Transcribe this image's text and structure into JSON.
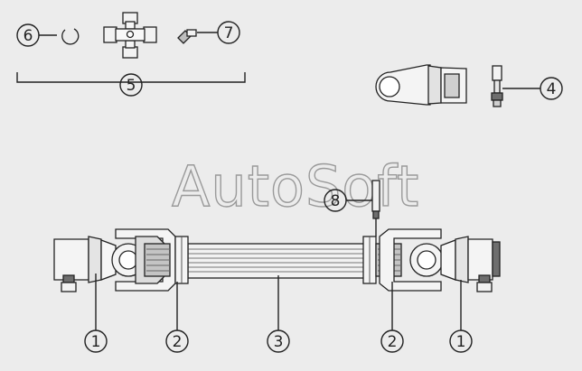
{
  "watermark": "AutoSoft",
  "callouts": {
    "c1_left": "1",
    "c2_left": "2",
    "c3": "3",
    "c2_right": "2",
    "c1_right": "1",
    "c4": "4",
    "c5": "5",
    "c6": "6",
    "c7": "7",
    "c8": "8"
  },
  "colors": {
    "background": "#ececec",
    "line": "#222222",
    "part_fill": "#f6f6f6",
    "shade": "#b9b9b9",
    "dark_shade": "#6e6e6e",
    "watermark": "#9a9a9a"
  }
}
